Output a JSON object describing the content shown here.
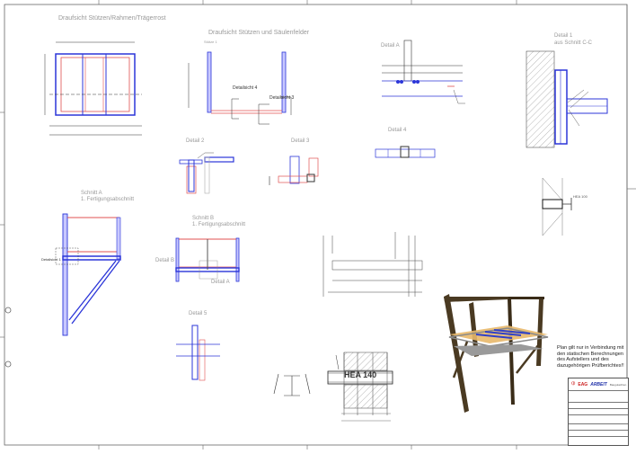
{
  "sheet": {
    "views": {
      "top_view_1": "Draufsicht Stützen/Rahmen/Trägerrost",
      "top_view_2": "Draufsicht Stützen und Säulenfelder",
      "detail_a_top": "Detail A",
      "detail_1": [
        "Detail 1",
        "aus Schnitt C-C"
      ],
      "detail_2": "Detail 2",
      "detail_3": "Detail 3",
      "detail_4": "Detail 4",
      "section_a": [
        "Schnitt A",
        "1. Fertigungsabschnitt"
      ],
      "section_b": [
        "Schnitt B",
        "1. Fertigungsabschnitt"
      ],
      "detail_5": "Detail 5"
    },
    "callouts": {
      "detailsicht_4": "Detailsicht 4",
      "detailsicht_3": "Detailsicht 3",
      "detailsicht_1": "Detailsicht 1",
      "detail_b": "Detail B",
      "detail_a": "Detail A",
      "hea_100": "HEA 100",
      "hea_140": "HEA 140",
      "stuetze_1": "Stütze 1"
    },
    "notice": "Plan gilt nur in Verbindung mit den statischen Berechnungen des Aufstellers und des dazugehörigen Prüfberichtes!!",
    "title_block": {
      "company_1": "EAG",
      "company_2": "ARBEIT",
      "company_3": "Baugutachten"
    }
  },
  "colors": {
    "steel_blue": "#2b35d8",
    "red_lines": "#e05050",
    "render_wood": "#4a3a22",
    "render_deck": "#e8b86a"
  }
}
